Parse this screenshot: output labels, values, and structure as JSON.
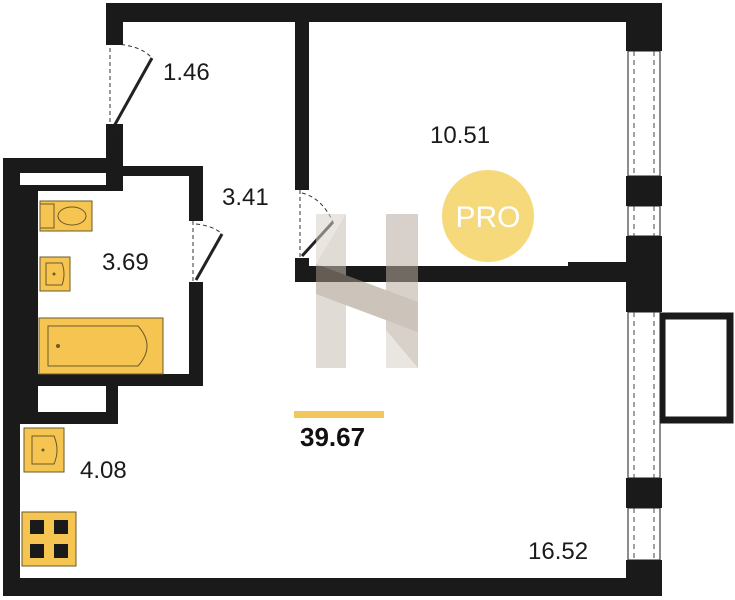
{
  "rooms": {
    "hall_small": {
      "area": "1.46"
    },
    "room": {
      "area": "10.51"
    },
    "corridor": {
      "area": "3.41"
    },
    "bathroom": {
      "area": "3.69"
    },
    "kitchen": {
      "area": "4.08"
    },
    "living": {
      "area": "16.52"
    }
  },
  "total": {
    "area": "39.67",
    "underline_color": "#f2c75c"
  },
  "badge": {
    "label": "PRO",
    "color": "#f6d97a"
  },
  "colors": {
    "wall": "#1a1a1a",
    "fixture": "#f5c451",
    "watermark": "#b8aca0"
  },
  "icons": [
    "toilet-icon",
    "sink-icon",
    "bathtub-icon",
    "stove-icon",
    "door-icon",
    "window-icon",
    "watermark-logo"
  ]
}
